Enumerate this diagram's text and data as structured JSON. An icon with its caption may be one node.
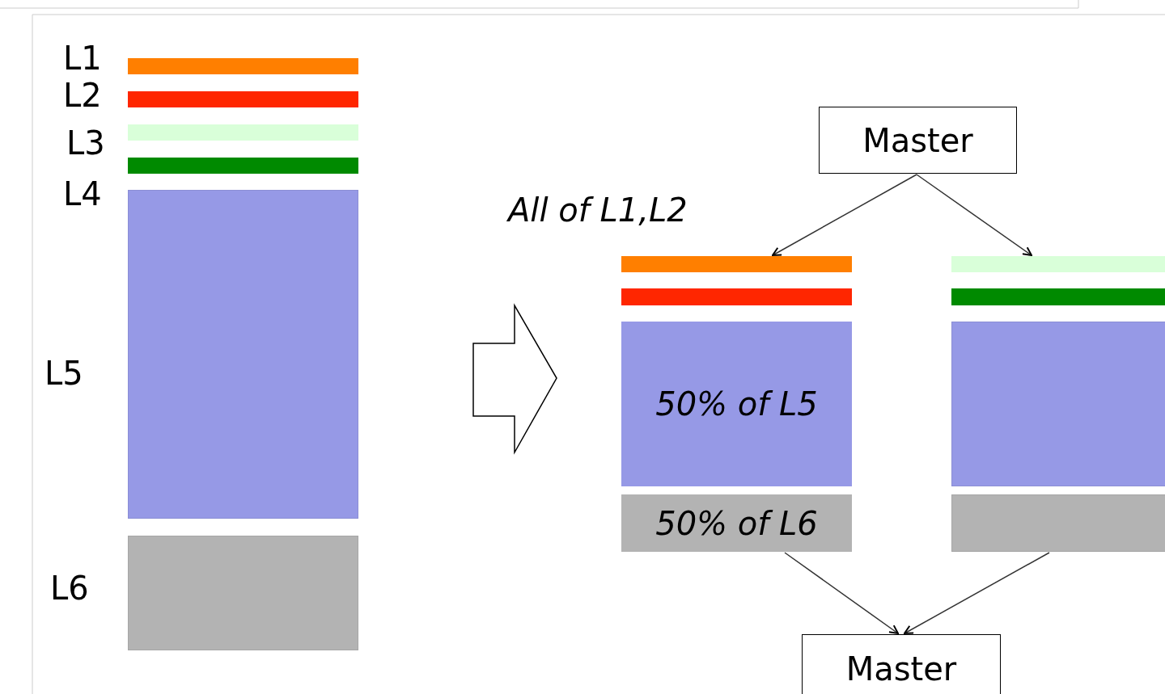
{
  "diagram": {
    "nodes": [
      {
        "text": [],
        "shape": "bar",
        "beside": [
          "L1"
        ]
      },
      {
        "text": [],
        "shape": "bar",
        "beside": [
          "L2"
        ]
      },
      {
        "text": [],
        "shape": "bar",
        "beside": [
          "L3"
        ]
      },
      {
        "text": [],
        "shape": "bar",
        "beside": [
          "L4"
        ]
      },
      {
        "text": [],
        "shape": "box",
        "beside": [
          "L5"
        ]
      },
      {
        "text": [],
        "shape": "box",
        "beside": [
          "L6"
        ]
      },
      {
        "text": [
          "Master"
        ]
      },
      {
        "text": [],
        "shape": "bar"
      },
      {
        "text": [],
        "shape": "bar"
      },
      {
        "text": [
          "50% of L5"
        ]
      },
      {
        "text": [
          "50% of L6"
        ]
      },
      {
        "text": [],
        "shape": "bar"
      },
      {
        "text": [],
        "shape": "bar"
      },
      {
        "text": [],
        "shape": "box"
      },
      {
        "text": [],
        "shape": "box"
      },
      {
        "text": [
          "Master"
        ]
      }
    ],
    "edges": [
      {
        "from": 6,
        "to": 7,
        "arrow": "to"
      },
      {
        "from": 6,
        "to": 11,
        "arrow": "to"
      },
      {
        "from": 10,
        "to": 15,
        "arrow": "to"
      },
      {
        "from": 14,
        "to": 15,
        "arrow": "to"
      }
    ],
    "labels": [
      "All of L1,L2"
    ]
  }
}
